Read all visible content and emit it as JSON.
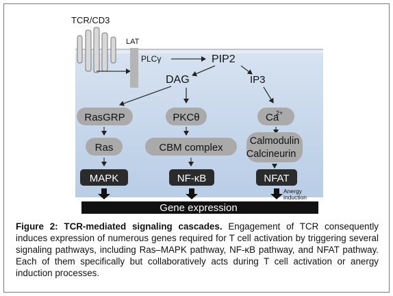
{
  "diagram": {
    "receptor_label": "TCR/CD3",
    "lat_label": "LAT",
    "plc_label": "PLCγ",
    "pip2_label": "PIP2",
    "dag_label": "DAG",
    "ip3_label": "IP3",
    "pathways": {
      "ras_mapk": {
        "node1": "RasGRP",
        "node2": "Ras",
        "output": "MAPK"
      },
      "nfkb": {
        "node1": "PKCθ",
        "node2": "CBM complex",
        "output": "NF-κB"
      },
      "nfat": {
        "node1": "Ca",
        "node1_superscript": "2+",
        "node2a": "Calmodulin",
        "node2b": "Calcineurin",
        "output": "NFAT"
      }
    },
    "anergy_line1": "Anergy",
    "anergy_line2": "induction",
    "gene_expression": "Gene expression"
  },
  "caption": {
    "title": "Figure 2: TCR-mediated signaling cascades.",
    "body": "Engagement of TCR consequently induces expression of numerous genes required for T cell activation by triggering several signaling pathways, including Ras–MAPK pathway, NF-κB pathway, and NFAT pathway. Each of them specifically but collaboratively acts during T cell activation or anergy induction processes."
  },
  "colors": {
    "membrane_top": "#e3e8ef",
    "cytoplasm": "#c9d9ec",
    "pill": "#aaaaaa",
    "output_box": "#2b2b2b",
    "gene_bar": "#111111"
  }
}
